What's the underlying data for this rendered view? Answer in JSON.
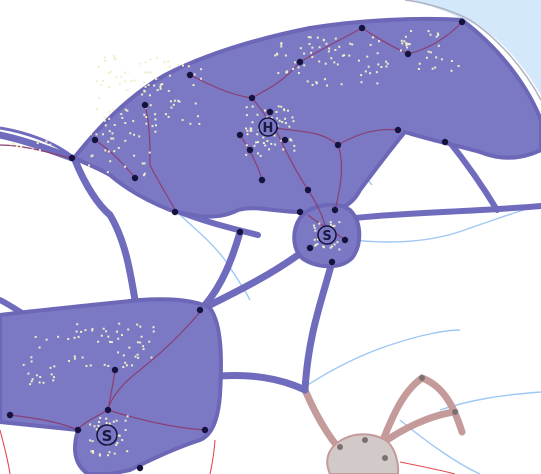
{
  "map": {
    "colors": {
      "water": "#d4e8fb",
      "coast": "#b0b3bf",
      "region_fill": "#7b78c4",
      "region_stroke": "#6c67b6",
      "corridor": "#6f6bbd",
      "internal_road": "#8a3f73",
      "pale_blue_line": "#9fc8f4",
      "blue_line": "#4d7bd6",
      "red_line": "#e6494f",
      "gray_area_fill": "#d2c9c9",
      "gray_area_stroke": "#c49a9a",
      "node": "#16123e",
      "minor_point": "#f0eec9"
    },
    "hubs": [
      {
        "id": "hub-north",
        "label": "H"
      },
      {
        "id": "hub-center",
        "label": "S"
      },
      {
        "id": "hub-southwest",
        "label": "S"
      }
    ],
    "regions": [
      {
        "id": "region-north",
        "kind": "large"
      },
      {
        "id": "region-center",
        "kind": "small"
      },
      {
        "id": "region-southwest",
        "kind": "large"
      },
      {
        "id": "region-gray",
        "kind": "inactive"
      }
    ]
  }
}
